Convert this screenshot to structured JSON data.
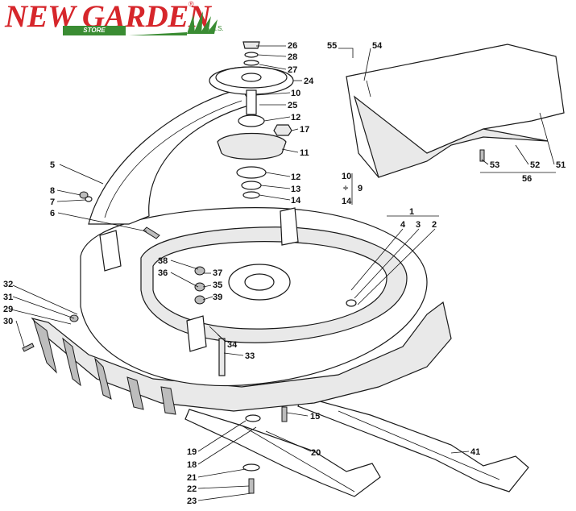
{
  "logo": {
    "main": "NEW GARDEN",
    "sub": "STORE",
    "suffix": "S.A.S.",
    "reg": "®"
  },
  "brand_colors": {
    "red": "#d6262b",
    "green": "#3a8c33"
  },
  "labels": [
    {
      "id": "26",
      "text": "26"
    },
    {
      "id": "28",
      "text": "28"
    },
    {
      "id": "27",
      "text": "27"
    },
    {
      "id": "24",
      "text": "24"
    },
    {
      "id": "10a",
      "text": "10"
    },
    {
      "id": "25",
      "text": "25"
    },
    {
      "id": "12a",
      "text": "12"
    },
    {
      "id": "17",
      "text": "17"
    },
    {
      "id": "11",
      "text": "11"
    },
    {
      "id": "12b",
      "text": "12"
    },
    {
      "id": "13",
      "text": "13"
    },
    {
      "id": "14a",
      "text": "14"
    },
    {
      "id": "5",
      "text": "5"
    },
    {
      "id": "8",
      "text": "8"
    },
    {
      "id": "7",
      "text": "7"
    },
    {
      "id": "6",
      "text": "6"
    },
    {
      "id": "1",
      "text": "1"
    },
    {
      "id": "4",
      "text": "4"
    },
    {
      "id": "3",
      "text": "3"
    },
    {
      "id": "2",
      "text": "2"
    },
    {
      "id": "38",
      "text": "38"
    },
    {
      "id": "36",
      "text": "36"
    },
    {
      "id": "37",
      "text": "37"
    },
    {
      "id": "35",
      "text": "35"
    },
    {
      "id": "39",
      "text": "39"
    },
    {
      "id": "32",
      "text": "32"
    },
    {
      "id": "31",
      "text": "31"
    },
    {
      "id": "29",
      "text": "29"
    },
    {
      "id": "30",
      "text": "30"
    },
    {
      "id": "34",
      "text": "34"
    },
    {
      "id": "33",
      "text": "33"
    },
    {
      "id": "15",
      "text": "15"
    },
    {
      "id": "19",
      "text": "19"
    },
    {
      "id": "20",
      "text": "20"
    },
    {
      "id": "18",
      "text": "18"
    },
    {
      "id": "21",
      "text": "21"
    },
    {
      "id": "22",
      "text": "22"
    },
    {
      "id": "23",
      "text": "23"
    },
    {
      "id": "41",
      "text": "41"
    },
    {
      "id": "55",
      "text": "55"
    },
    {
      "id": "54",
      "text": "54"
    },
    {
      "id": "53",
      "text": "53"
    },
    {
      "id": "52",
      "text": "52"
    },
    {
      "id": "51",
      "text": "51"
    },
    {
      "id": "56",
      "text": "56"
    },
    {
      "id": "10b",
      "text": "10"
    },
    {
      "id": "div",
      "text": "÷"
    },
    {
      "id": "14b",
      "text": "14"
    },
    {
      "id": "9",
      "text": "9"
    }
  ]
}
